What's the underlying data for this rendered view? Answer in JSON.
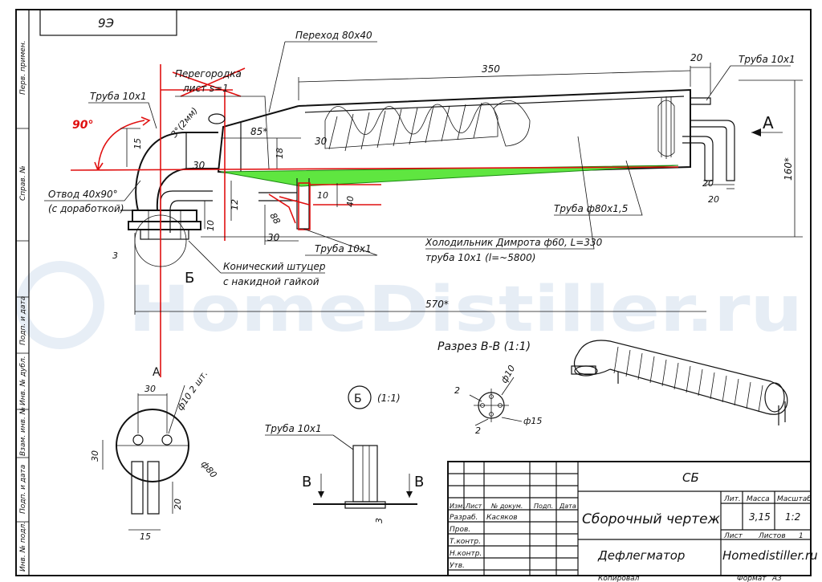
{
  "sheet": {
    "sheet_id": "9Э",
    "format_label": "Формат",
    "format_value": "А3",
    "copied_label": "Копировал"
  },
  "watermark": "HomeDistiller.ru",
  "left_strip": {
    "labels": [
      "Перв. примен.",
      "Справ. №",
      "Подп. и дата",
      "Инв. № дубл.",
      "Взам. инв. №",
      "Подп. и дата",
      "Инв. № подл."
    ]
  },
  "callouts": {
    "transition": "Переход 80х40",
    "baffle_line1": "Перегородка",
    "baffle_line2": "лист s=1",
    "tube_top_left": "Труба 10х1",
    "tube_top_right": "Труба 10х1",
    "tube_bottom": "Труба 10х1",
    "elbow_line1": "Отвод 40х90°",
    "elbow_line2": "(с доработкой)",
    "pipe": "Труба ф80х1,5",
    "cooler_line1": "Холодильник Димрота ф60, L=330",
    "cooler_line2": "труба 10х1 (l=~5800)",
    "fitting_line1": "Конический штуцер",
    "fitting_line2": "с накидной гайкой",
    "section_label": "Разрез В-В (1:1)",
    "detail_label": "Б",
    "detail_scale": "(1:1)",
    "tube_detail": "Труба 10х1"
  },
  "dimensions": {
    "d350": "350",
    "d20_top": "20",
    "d20_right": "20",
    "d20_right2": "20",
    "d160": "160*",
    "d570": "570*",
    "d85": "85*",
    "d30_pipe": "30",
    "d30_elbow": "30",
    "d30_bottom": "30",
    "d15": "15",
    "d18": "18",
    "d12": "12",
    "d10": "10",
    "d10_b": "10",
    "d40": "40",
    "d3": "3",
    "d3deg": "3°(2мм)",
    "angle90": "90°",
    "d88": "88",
    "view_a": "А",
    "view_b": "Б",
    "flange_d30": "30",
    "flange_d30v": "30",
    "flange_holes": "ф10 2 шт.",
    "flange_d80": "ф80",
    "flange_d20": "20",
    "flange_d15": "15",
    "section_d10": "ф10",
    "section_d15": "ф15",
    "section_d2a": "2",
    "section_d2b": "2",
    "section_b_left": "В",
    "section_b_right": "В",
    "detail_d3": "3"
  },
  "title_block": {
    "code": "СБ",
    "doc_type": "Сборочный чертеж",
    "name": "Дефлегматор",
    "site": "Homedistiller.ru",
    "h_lit": "Лит.",
    "h_mass": "Масса",
    "h_scale": "Масштаб",
    "mass": "3,15",
    "scale": "1:2",
    "sheet_label": "Лист",
    "sheets_label": "Листов",
    "sheets_count": "1",
    "col_izm": "Изм.",
    "col_list": "Лист",
    "col_doc": "№ докум.",
    "col_sign": "Подп.",
    "col_date": "Дата",
    "role_dev": "Разраб.",
    "role_check": "Пров.",
    "role_tcontr": "Т.контр.",
    "role_ncontr": "Н.контр.",
    "role_appr": "Утв.",
    "developer": "Касяков"
  }
}
